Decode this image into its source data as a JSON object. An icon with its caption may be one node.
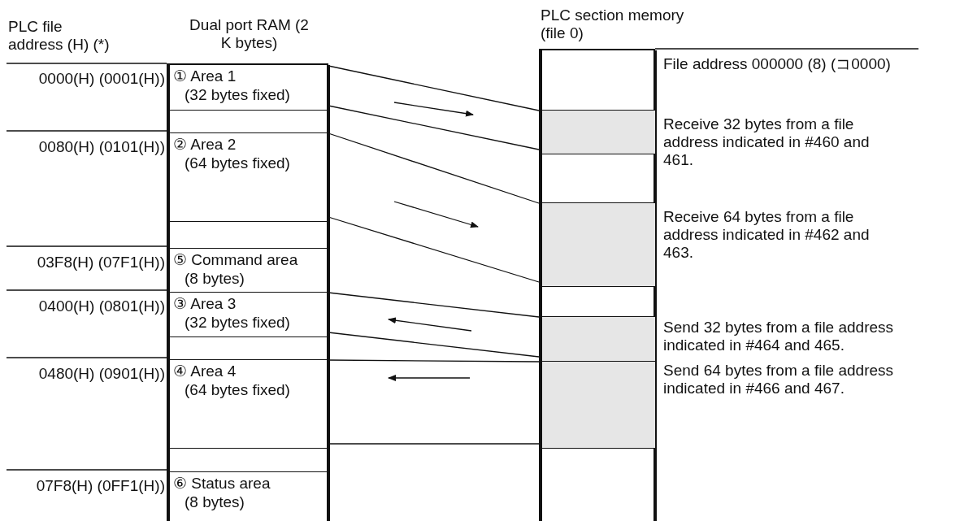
{
  "diagram": {
    "nodes": [
      {
        "text": [
          "Dual port RAM (2 K bytes)"
        ]
      },
      {
        "text": [
          "① Area 1",
          "(32 bytes fixed)"
        ],
        "in": 0,
        "beside": [
          "0000(H) (0001(H))"
        ]
      },
      {
        "text": [],
        "shape": "box",
        "in": 0
      },
      {
        "text": [
          "② Area 2",
          "(64 bytes fixed)"
        ],
        "in": 0,
        "beside": [
          "0080(H) (0101(H))"
        ]
      },
      {
        "text": [],
        "shape": "box",
        "in": 0
      },
      {
        "text": [
          "⑤ Command area",
          "(8 bytes)"
        ],
        "in": 0,
        "beside": [
          "03F8(H) (07F1(H))"
        ]
      },
      {
        "text": [
          "③ Area 3",
          "(32 bytes fixed)"
        ],
        "in": 0,
        "beside": [
          "0400(H) (0801(H))"
        ]
      },
      {
        "text": [],
        "shape": "box",
        "in": 0
      },
      {
        "text": [
          "④ Area 4",
          "(64 bytes fixed)"
        ],
        "in": 0,
        "beside": [
          "0480(H) (0901(H))"
        ]
      },
      {
        "text": [],
        "shape": "box",
        "in": 0
      },
      {
        "text": [
          "⑥ Status area",
          "(8 bytes)"
        ],
        "in": 0,
        "beside": [
          "07F8(H) (0FF1(H))"
        ]
      },
      {
        "text": [
          "PLC section memory (file 0)"
        ]
      },
      {
        "text": [],
        "shape": "box",
        "in": 11,
        "beside": [
          "File address 000000 (8) (コ0000)"
        ]
      },
      {
        "text": [],
        "shape": "box",
        "in": 11,
        "beside": [
          "Receive 32 bytes from a file address indicated in #460 and 461."
        ]
      },
      {
        "text": [],
        "shape": "box",
        "in": 11
      },
      {
        "text": [],
        "shape": "box",
        "in": 11,
        "beside": [
          "Receive 64 bytes from a file address indicated in #462 and 463."
        ]
      },
      {
        "text": [],
        "shape": "box",
        "in": 11
      },
      {
        "text": [],
        "shape": "box",
        "in": 11,
        "beside": [
          "Send 32 bytes from a file address indicated in #464 and 465."
        ]
      },
      {
        "text": [],
        "shape": "box",
        "in": 11,
        "beside": [
          "Send 64 bytes from a file address indicated in #466 and 467."
        ]
      },
      {
        "text": [],
        "shape": "box",
        "in": 11
      }
    ],
    "edges": [
      {
        "from": 1,
        "to": 13,
        "arrow": "none"
      },
      {
        "from": 1,
        "to": 13,
        "arrow": "none"
      },
      {
        "from": 3,
        "to": 15,
        "arrow": "none"
      },
      {
        "from": 3,
        "to": 15,
        "arrow": "none"
      },
      {
        "from": 6,
        "to": 17,
        "arrow": "none"
      },
      {
        "from": 6,
        "to": 17,
        "arrow": "none"
      },
      {
        "from": 8,
        "to": 18,
        "arrow": "none"
      },
      {
        "from": 8,
        "to": 18,
        "arrow": "none"
      }
    ],
    "labels": [
      "PLC file address (H) (*)"
    ]
  }
}
